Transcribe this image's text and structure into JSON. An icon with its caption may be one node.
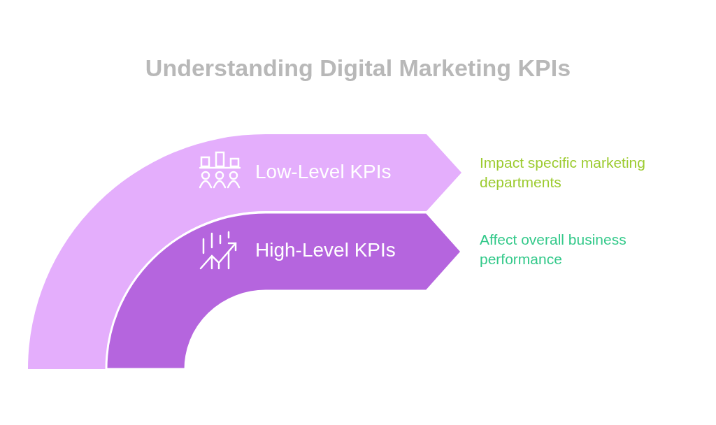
{
  "diagram": {
    "title": "Understanding Digital Marketing KPIs",
    "nodes": [
      {
        "text": [
          "Low-Level KPIs"
        ],
        "beside": [
          "Impact specific marketing departments"
        ]
      },
      {
        "text": [
          "High-Level KPIs"
        ],
        "beside": [
          "Affect overall business performance"
        ]
      }
    ]
  }
}
